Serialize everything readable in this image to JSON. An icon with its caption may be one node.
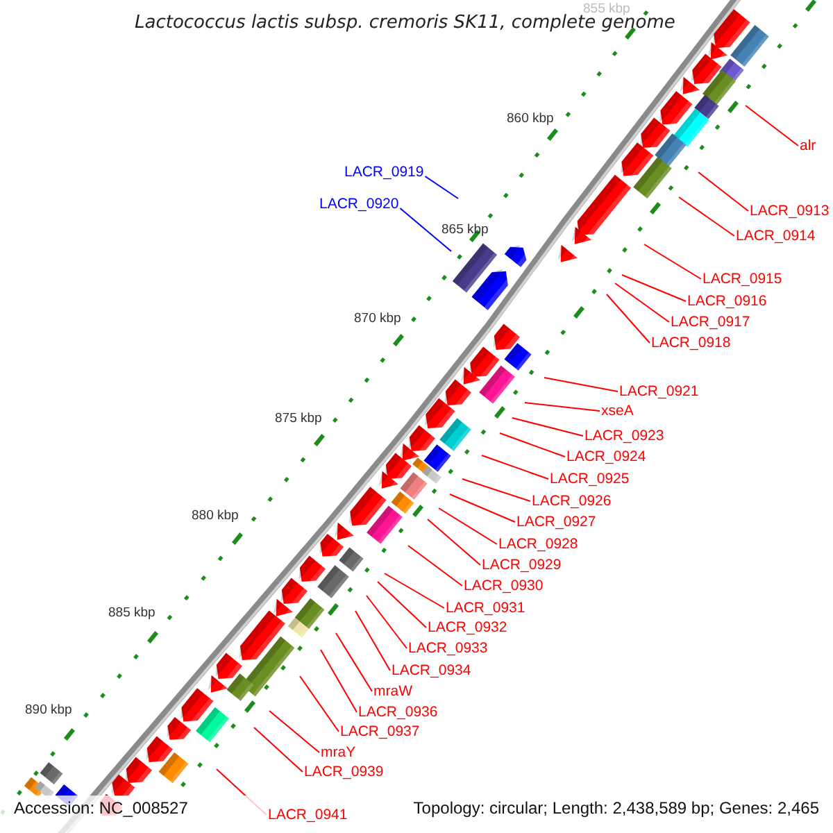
{
  "diagram": {
    "title": "Lactococcus lactis subsp. cremoris SK11, complete genome",
    "nodes": [
      {
        "text": [
          "alr"
        ]
      },
      {
        "text": [
          "LACR_0913"
        ]
      },
      {
        "text": [
          "LACR_0914"
        ]
      },
      {
        "text": [
          "LACR_0919"
        ]
      },
      {
        "text": [
          "LACR_0920"
        ]
      },
      {
        "text": [
          "LACR_0915"
        ]
      },
      {
        "text": [
          "LACR_0916"
        ]
      },
      {
        "text": [
          "LACR_0917"
        ]
      },
      {
        "text": [
          "LACR_0918"
        ]
      },
      {
        "text": [
          "LACR_0921"
        ]
      },
      {
        "text": [
          "xseA"
        ]
      },
      {
        "text": [
          "LACR_0923"
        ]
      },
      {
        "text": [
          "LACR_0924"
        ]
      },
      {
        "text": [
          "LACR_0925"
        ]
      },
      {
        "text": [
          "LACR_0926"
        ]
      },
      {
        "text": [
          "LACR_0927"
        ]
      },
      {
        "text": [
          "LACR_0928"
        ]
      },
      {
        "text": [
          "LACR_0929"
        ]
      },
      {
        "text": [
          "LACR_0930"
        ]
      },
      {
        "text": [
          "LACR_0931"
        ]
      },
      {
        "text": [
          "LACR_0932"
        ]
      },
      {
        "text": [
          "LACR_0933"
        ]
      },
      {
        "text": [
          "LACR_0934"
        ]
      },
      {
        "text": [
          "mraW"
        ]
      },
      {
        "text": [
          "LACR_0936"
        ]
      },
      {
        "text": [
          "LACR_0937"
        ]
      },
      {
        "text": [
          "mraY"
        ]
      },
      {
        "text": [
          "LACR_0939"
        ]
      },
      {
        "text": [
          "LACR_0941"
        ]
      }
    ],
    "edges": [
      {
        "from": 0,
        "to": null,
        "arrow": "none"
      },
      {
        "from": 1,
        "to": null,
        "arrow": "none"
      },
      {
        "from": 2,
        "to": null,
        "arrow": "none"
      },
      {
        "from": 3,
        "to": null,
        "arrow": "none",
        "color": "#0000ff"
      },
      {
        "from": 4,
        "to": null,
        "arrow": "none",
        "color": "#0000ff"
      },
      {
        "from": 5,
        "to": null,
        "arrow": "none"
      },
      {
        "from": 6,
        "to": null,
        "arrow": "none"
      },
      {
        "from": 7,
        "to": null,
        "arrow": "none"
      },
      {
        "from": 8,
        "to": null,
        "arrow": "none"
      },
      {
        "from": 9,
        "to": null,
        "arrow": "none"
      },
      {
        "from": 10,
        "to": null,
        "arrow": "none"
      },
      {
        "from": 11,
        "to": null,
        "arrow": "none"
      },
      {
        "from": 12,
        "to": null,
        "arrow": "none"
      },
      {
        "from": 13,
        "to": null,
        "arrow": "none"
      },
      {
        "from": 14,
        "to": null,
        "arrow": "none"
      },
      {
        "from": 15,
        "to": null,
        "arrow": "none"
      },
      {
        "from": 16,
        "to": null,
        "arrow": "none"
      },
      {
        "from": 17,
        "to": null,
        "arrow": "none"
      },
      {
        "from": 18,
        "to": null,
        "arrow": "none"
      },
      {
        "from": 19,
        "to": null,
        "arrow": "none"
      },
      {
        "from": 20,
        "to": null,
        "arrow": "none"
      },
      {
        "from": 21,
        "to": null,
        "arrow": "none"
      },
      {
        "from": 22,
        "to": null,
        "arrow": "none"
      },
      {
        "from": 23,
        "to": null,
        "arrow": "none"
      },
      {
        "from": 24,
        "to": null,
        "arrow": "none"
      },
      {
        "from": 25,
        "to": null,
        "arrow": "none"
      },
      {
        "from": 26,
        "to": null,
        "arrow": "none"
      },
      {
        "from": 27,
        "to": null,
        "arrow": "none"
      },
      {
        "from": 28,
        "to": null,
        "arrow": "none"
      }
    ],
    "labels": [
      "855 kbp",
      "860 kbp",
      "865 kbp",
      "870 kbp",
      "875 kbp",
      "880 kbp",
      "885 kbp",
      "890 kbp",
      "Accession: NC_008527",
      "Topology: circular; Length: 2,438,589 bp; Genes: 2,465"
    ]
  }
}
